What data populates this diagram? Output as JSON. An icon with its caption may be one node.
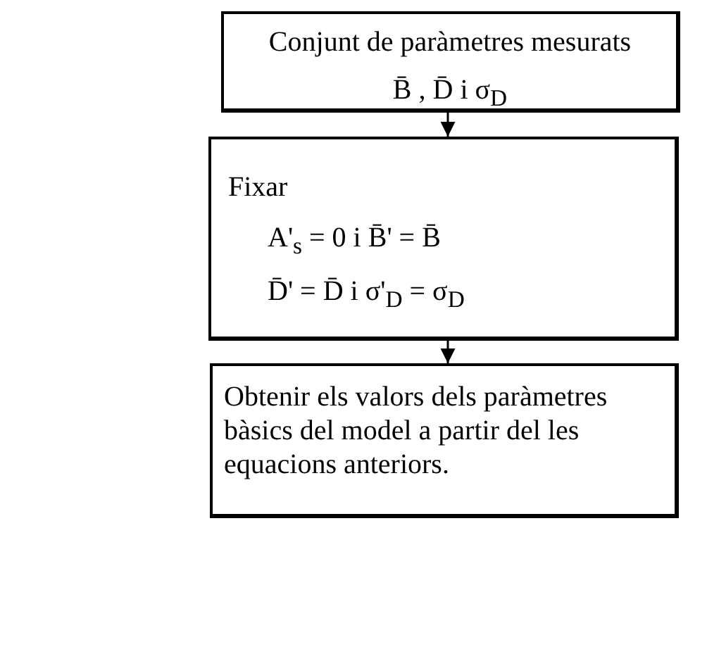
{
  "diagram": {
    "nodes": [
      {
        "text": [
          "Conjunt de paràmetres mesurats",
          "B̄ ,  D̄  i  σ$_{D}$"
        ]
      },
      {
        "text": [
          "Fixar",
          "A'$_{s}$ = 0  i  B̄' = B̄",
          "D̄' = D̄  i  σ'$_{D}$ = σ$_{D}$"
        ]
      },
      {
        "text": [
          "Obtenir els valors dels paràmetres bàsics del model a partir del les equacions anteriors."
        ]
      }
    ],
    "edges": [
      {
        "from": 0,
        "to": 1,
        "arrow": "to"
      },
      {
        "from": 1,
        "to": 2,
        "arrow": "to"
      }
    ]
  }
}
